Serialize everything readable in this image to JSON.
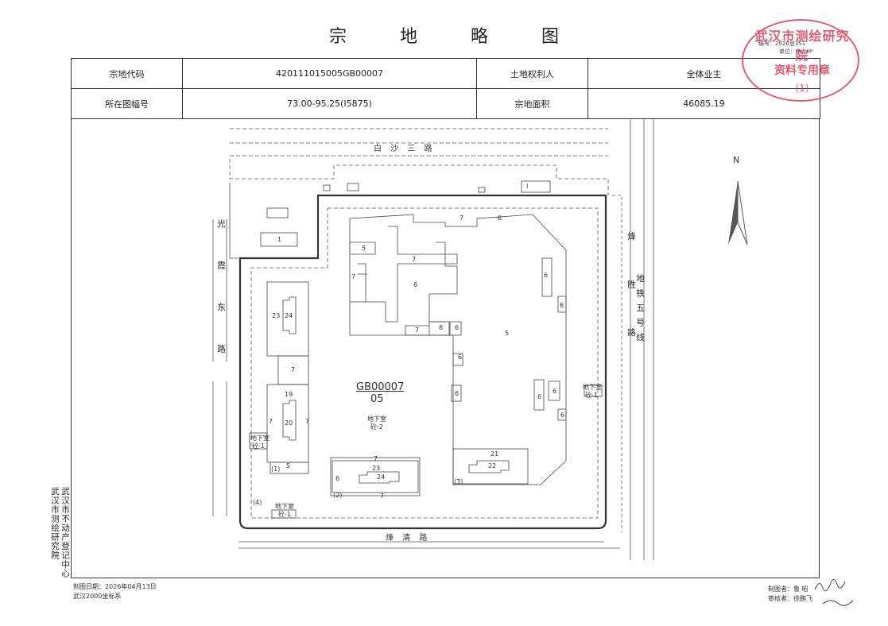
{
  "title": "宗 地 略 图",
  "table": {
    "parcel_code_label": "宗地代码",
    "parcel_code": "420111015005GB00007",
    "owner_label": "土地权利人",
    "owner": "全体业主",
    "map_sheet_label": "所在图幅号",
    "map_sheet": "73.00-95.25(Ⅰ5875)",
    "area_label": "宗地面积",
    "area": "46085.19"
  },
  "stamp": {
    "org": "武汉市测绘研究院",
    "purpose": "资料专用章",
    "number": "(1)",
    "serial": "编号：2026登351",
    "unit": "单位：m，M²"
  },
  "roads": {
    "north": "白 沙 三 路",
    "south": "烽 清 路",
    "west": "光霞东路",
    "east1": "烽胜路",
    "east2": "地铁五号线"
  },
  "map": {
    "north_label": "N",
    "parcel_id": "GB00007",
    "parcel_no": "05",
    "basement_center": "地下室",
    "basement_center_code": "砼-2",
    "basement_left": "地下室",
    "basement_left_code": "砼-1",
    "basement_right": "地下室",
    "basement_right_code": "砼-1",
    "basement_bottom": "地下室",
    "basement_bottom_code": "砼-1",
    "corner1": "(1)",
    "corner2": "(2)",
    "corner3": "(3)",
    "corner4": "(4)",
    "labels": {
      "b1": "1",
      "b2": "5",
      "b3": "7",
      "b4": "7",
      "b5": "6",
      "b6": "7",
      "b7": "8",
      "b8": "6",
      "b9": "5",
      "b10": "6",
      "b11": "6",
      "b12": "6",
      "b13": "6",
      "b14": "6",
      "b15": "6",
      "b16": "23",
      "b17": "24",
      "b18": "7",
      "b19": "19",
      "b20": "20",
      "b21": "7",
      "b22": "7",
      "b23": "5",
      "b24": "7",
      "b25": "23",
      "b26": "24",
      "b27": "6",
      "b28": "7",
      "b29": "21",
      "b30": "22",
      "b31": "6",
      "b32": "7",
      "b33": "6",
      "b34": "Ⅰ"
    }
  },
  "side_label": {
    "line1": "武汉市不动产登记中心",
    "line2": "武汉市测绘研究院"
  },
  "footer": {
    "date": "制图日期：2026年04月13日",
    "crs": "武汉2000坐标系",
    "drafter": "制图者：鲁 昭",
    "checker": "审核者：徐鹏飞"
  }
}
